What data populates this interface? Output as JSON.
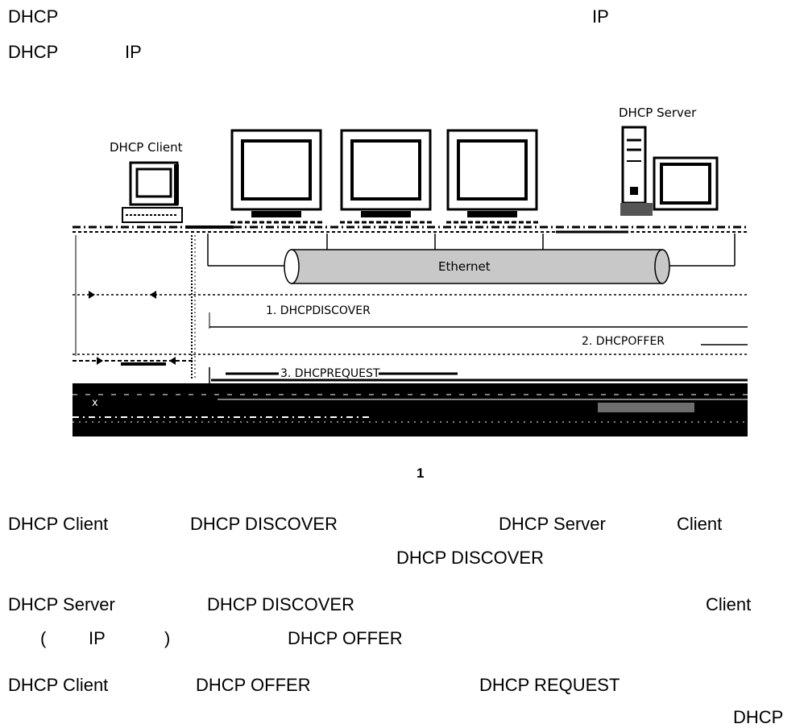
{
  "intro": {
    "l1_a": "DHCP",
    "l1_b": "IP",
    "l2_a": "DHCP",
    "l2_b": "IP"
  },
  "figure": {
    "client_label": "DHCP Client",
    "server_label": "DHCP Server",
    "ethernet_label": "Ethernet",
    "step1": "1. DHCPDISCOVER",
    "step2": "2. DHCPOFFER",
    "step3": "3. DHCPREQUEST",
    "caption": "1"
  },
  "steps": [
    {
      "line1": [
        "DHCP Client",
        "DHCP DISCOVER",
        "DHCP Server",
        "Client"
      ],
      "line2": [
        "DHCP DISCOVER"
      ]
    },
    {
      "line1": [
        "DHCP  Server",
        "DHCP  DISCOVER",
        "Client"
      ],
      "line2": [
        "(",
        "IP",
        ")",
        "DHCP OFFER"
      ]
    },
    {
      "line1": [
        "DHCP Client",
        "DHCP OFFER",
        "DHCP  REQUEST"
      ],
      "line2": [
        "DHCP"
      ]
    }
  ]
}
